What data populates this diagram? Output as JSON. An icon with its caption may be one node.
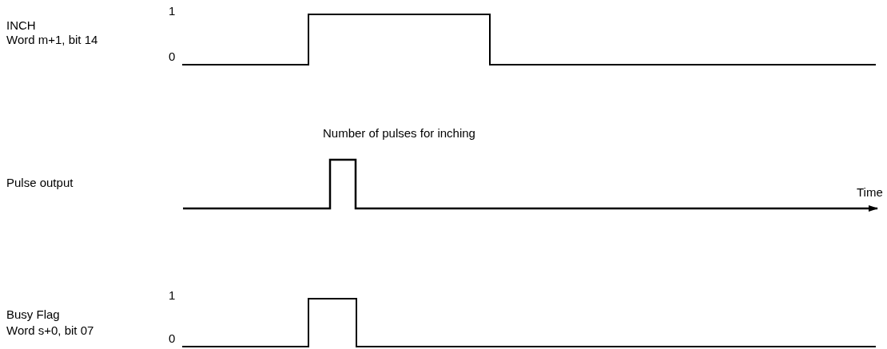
{
  "diagram": {
    "labels": [
      "1",
      "INCH",
      "Word m+1, bit 14",
      "0",
      "Number of pulses for inching",
      "Pulse output",
      "Time",
      "1",
      "Busy Flag",
      "Word s+0, bit 07",
      "0"
    ]
  }
}
